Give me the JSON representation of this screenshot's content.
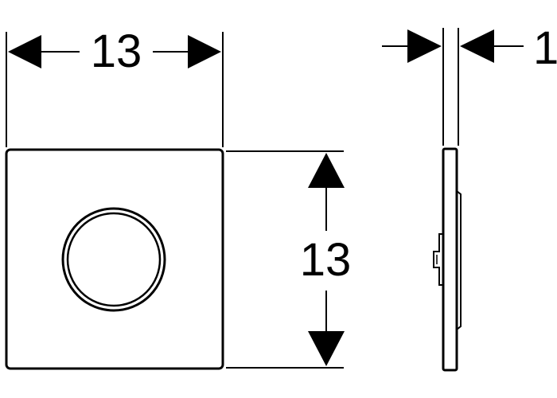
{
  "colors": {
    "line": "#000000",
    "background": "#ffffff"
  },
  "dimensions": {
    "front_width": "13",
    "front_height": "13",
    "side_depth": "1"
  }
}
